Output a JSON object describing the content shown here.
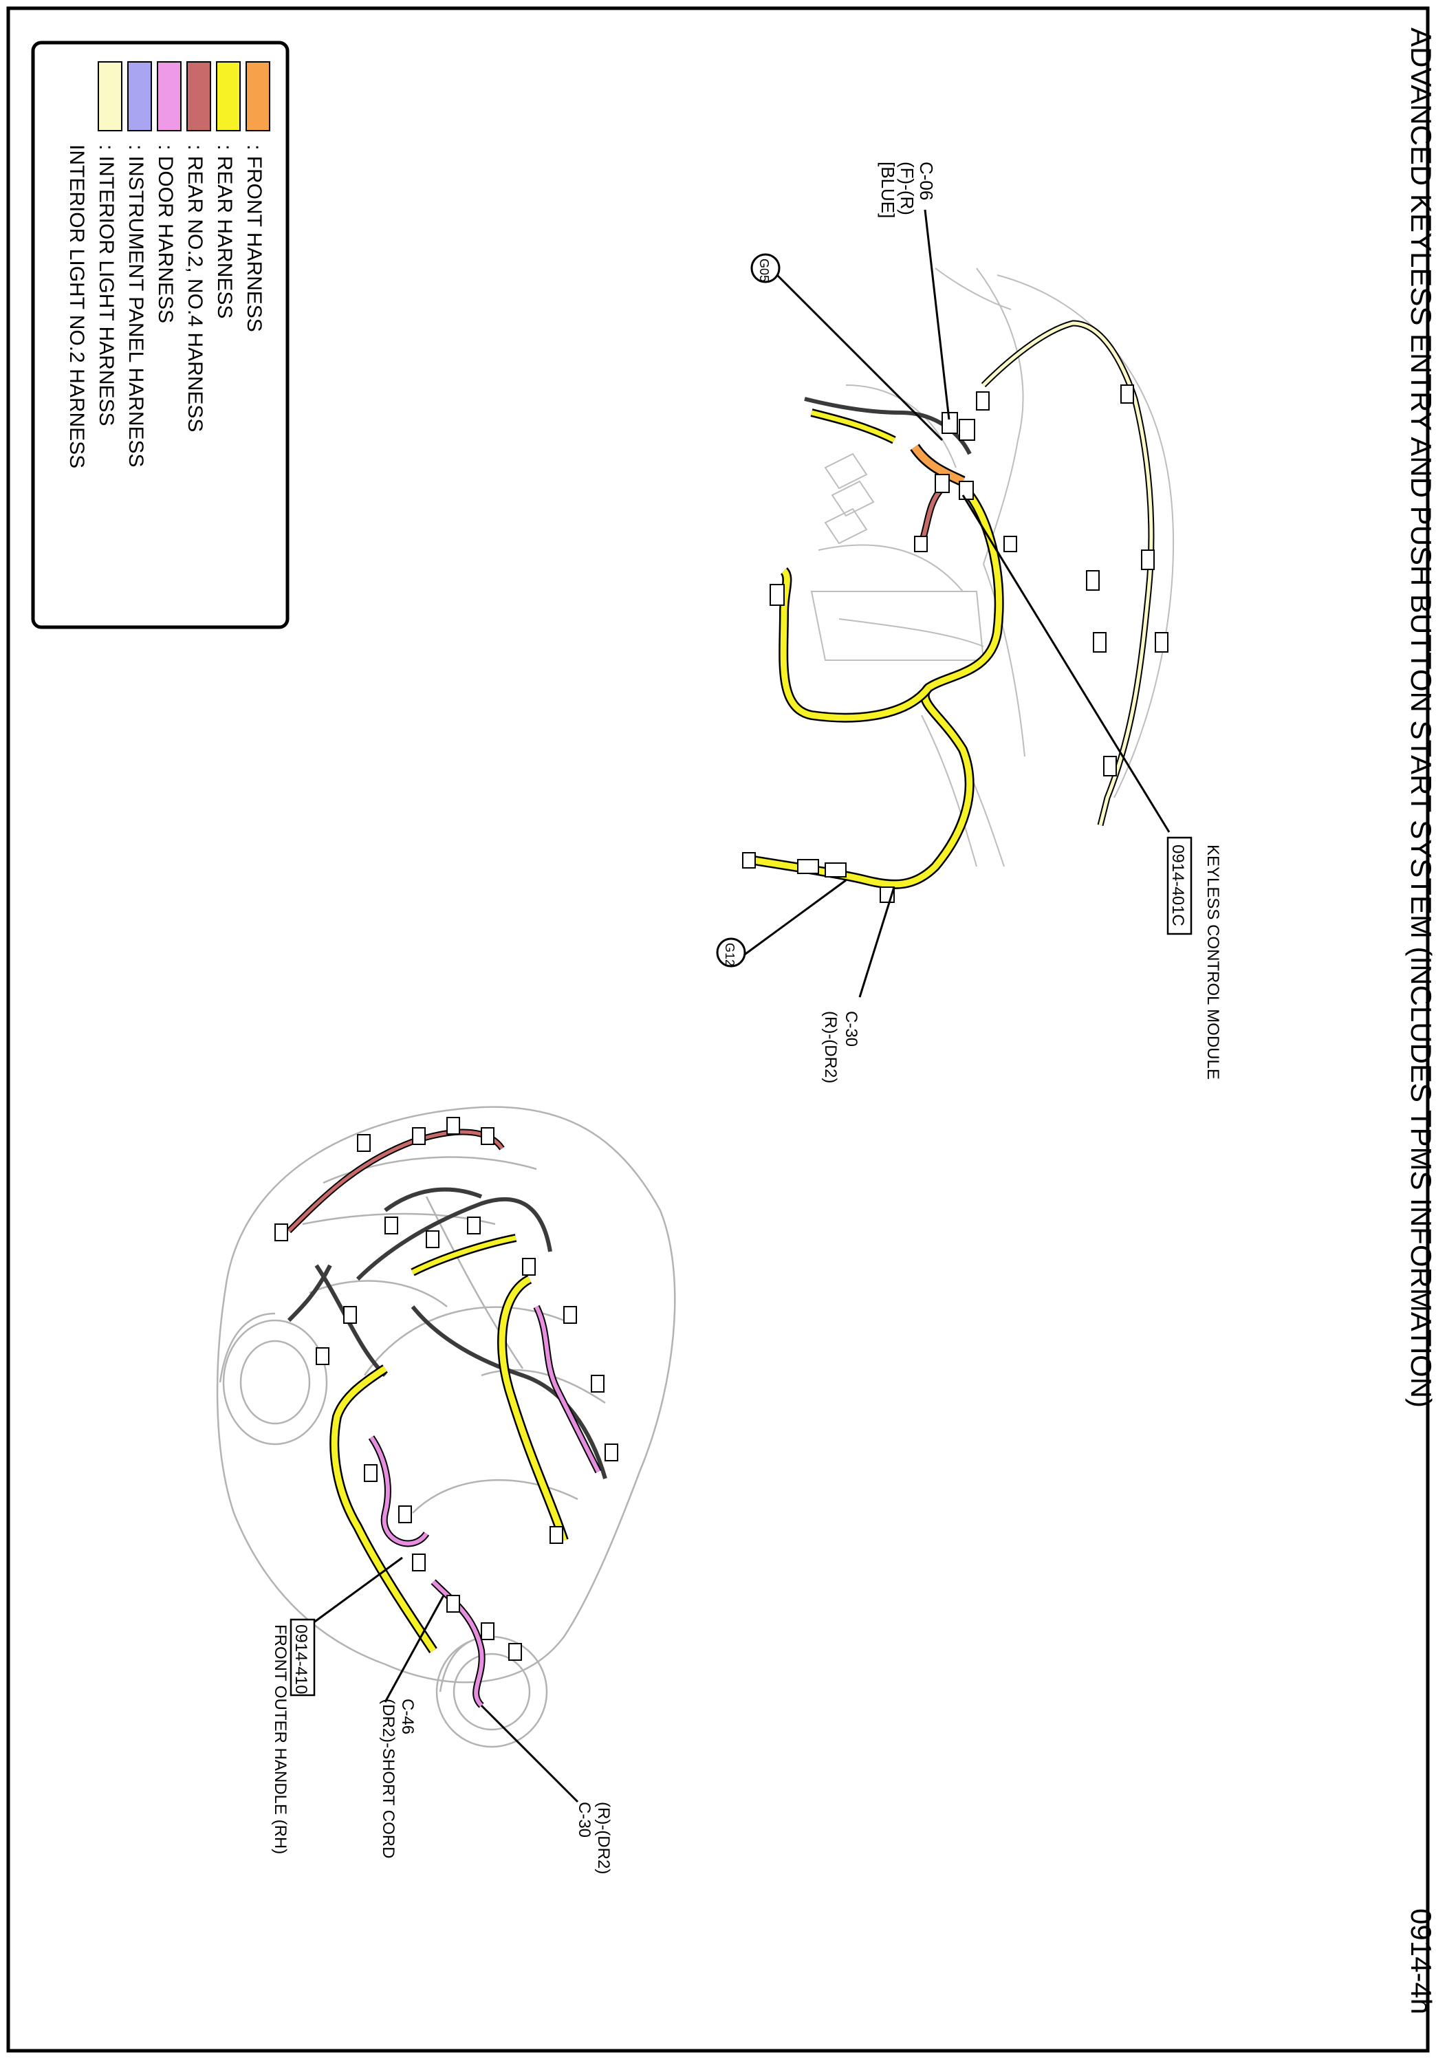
{
  "title": "ADVANCED KEYLESS ENTRY AND PUSH BUTTON START SYSTEM (INCLUDES TPMS INFORMATION)",
  "page_code": "0914-4h",
  "legend": [
    {
      "label": ": FRONT HARNESS",
      "color": "#f7a14a"
    },
    {
      "label": ": REAR HARNESS",
      "color": "#f6f226"
    },
    {
      "label": ": REAR NO.2, NO.4 HARNESS",
      "color": "#c86a6a"
    },
    {
      "label": ": DOOR HARNESS",
      "color": "#ee9ae6"
    },
    {
      "label": ": INSTRUMENT PANEL HARNESS",
      "color": "#a9a5f0"
    },
    {
      "label": ": INTERIOR LIGHT HARNESS",
      "color": "#fbf9c6"
    },
    {
      "label": "  INTERIOR LIGHT NO.2 HARNESS",
      "color": null
    }
  ],
  "top_view": {
    "c06": {
      "line1": "C-06",
      "line2": "(F)-(R)",
      "line3": "[BLUE]"
    },
    "g05": "G05",
    "g12": "G12",
    "module_ref": "0914-401C",
    "module_name": "KEYLESS CONTROL MODULE",
    "c30": {
      "line1": "C-30",
      "line2": "(R)-(DR2)"
    }
  },
  "bottom_view": {
    "handle_ref": "0914-410",
    "handle_name": "FRONT OUTER HANDLE (RH)",
    "c46": {
      "line1": "C-46",
      "line2": "(DR2)-SHORT CORD"
    },
    "c30": {
      "line1": "(R)-(DR2)",
      "line2": "C-30"
    }
  },
  "colors": {
    "rear": "#f6f226",
    "front": "#f7a14a",
    "door": "#e88ee0",
    "rear2": "#c86a6a",
    "ipanel": "#a9a5f0",
    "interior": "#fbf9c6",
    "outline": "#000000",
    "body_line": "#b8b8b8"
  }
}
